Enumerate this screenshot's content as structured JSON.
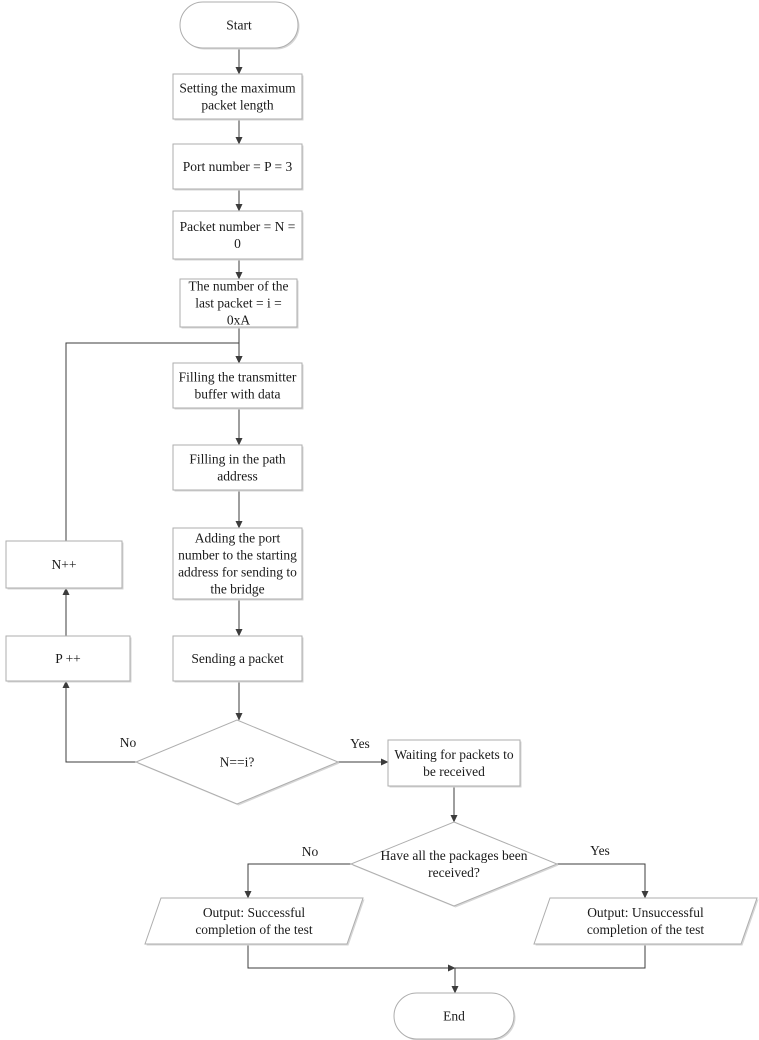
{
  "diagram": {
    "nodes": [
      {
        "id": "start",
        "shape": "terminal",
        "lines": [
          "Start"
        ]
      },
      {
        "id": "set_max_len",
        "shape": "process",
        "lines": [
          "Setting the maximum",
          "packet length"
        ]
      },
      {
        "id": "port_number",
        "shape": "process",
        "lines": [
          "Port number = P = 3"
        ]
      },
      {
        "id": "packet_number",
        "shape": "process",
        "lines": [
          "Packet number = N =",
          "0"
        ]
      },
      {
        "id": "last_packet",
        "shape": "process",
        "lines": [
          "The number of the",
          "last packet = i =",
          "0xA"
        ]
      },
      {
        "id": "fill_buffer",
        "shape": "process",
        "lines": [
          "Filling the transmitter",
          "buffer with data"
        ]
      },
      {
        "id": "fill_path",
        "shape": "process",
        "lines": [
          "Filling in the path",
          "address"
        ]
      },
      {
        "id": "add_port",
        "shape": "process",
        "lines": [
          "Adding the port",
          "number to the starting",
          "address for sending to",
          "the bridge"
        ]
      },
      {
        "id": "send_packet",
        "shape": "process",
        "lines": [
          "Sending a packet"
        ]
      },
      {
        "id": "check_n_i",
        "shape": "decision",
        "lines": [
          "N==i?"
        ]
      },
      {
        "id": "p_inc",
        "shape": "process",
        "lines": [
          "P ++"
        ]
      },
      {
        "id": "n_inc",
        "shape": "process",
        "lines": [
          "N++"
        ]
      },
      {
        "id": "wait_packets",
        "shape": "process",
        "lines": [
          "Waiting for packets to",
          "be received"
        ]
      },
      {
        "id": "check_received",
        "shape": "decision",
        "lines": [
          "Have all the packages been",
          "received?"
        ]
      },
      {
        "id": "out_success",
        "shape": "io",
        "lines": [
          "Output: Successful",
          "completion of the test"
        ]
      },
      {
        "id": "out_fail",
        "shape": "io",
        "lines": [
          "Output: Unsuccessful",
          "completion of the test"
        ]
      },
      {
        "id": "end",
        "shape": "terminal",
        "lines": [
          "End"
        ]
      }
    ],
    "edges": [
      {
        "id": "e1",
        "from": "start",
        "to": "set_max_len",
        "label": ""
      },
      {
        "id": "e2",
        "from": "set_max_len",
        "to": "port_number",
        "label": ""
      },
      {
        "id": "e3",
        "from": "port_number",
        "to": "packet_number",
        "label": ""
      },
      {
        "id": "e4",
        "from": "packet_number",
        "to": "last_packet",
        "label": ""
      },
      {
        "id": "e5",
        "from": "last_packet",
        "to": "fill_buffer",
        "label": ""
      },
      {
        "id": "e6",
        "from": "fill_buffer",
        "to": "fill_path",
        "label": ""
      },
      {
        "id": "e7",
        "from": "fill_path",
        "to": "add_port",
        "label": ""
      },
      {
        "id": "e8",
        "from": "add_port",
        "to": "send_packet",
        "label": ""
      },
      {
        "id": "e9",
        "from": "send_packet",
        "to": "check_n_i",
        "label": ""
      },
      {
        "id": "e10",
        "from": "check_n_i",
        "to": "p_inc",
        "label": "No"
      },
      {
        "id": "e11",
        "from": "p_inc",
        "to": "n_inc",
        "label": ""
      },
      {
        "id": "e12",
        "from": "n_inc",
        "to": "fill_buffer",
        "label": ""
      },
      {
        "id": "e13",
        "from": "check_n_i",
        "to": "wait_packets",
        "label": "Yes"
      },
      {
        "id": "e14",
        "from": "wait_packets",
        "to": "check_received",
        "label": ""
      },
      {
        "id": "e15",
        "from": "check_received",
        "to": "out_success",
        "label": "No"
      },
      {
        "id": "e16",
        "from": "check_received",
        "to": "out_fail",
        "label": "Yes"
      },
      {
        "id": "e17",
        "from": "out_success",
        "to": "end",
        "label": ""
      },
      {
        "id": "e18",
        "from": "out_fail",
        "to": "end",
        "label": ""
      }
    ]
  }
}
